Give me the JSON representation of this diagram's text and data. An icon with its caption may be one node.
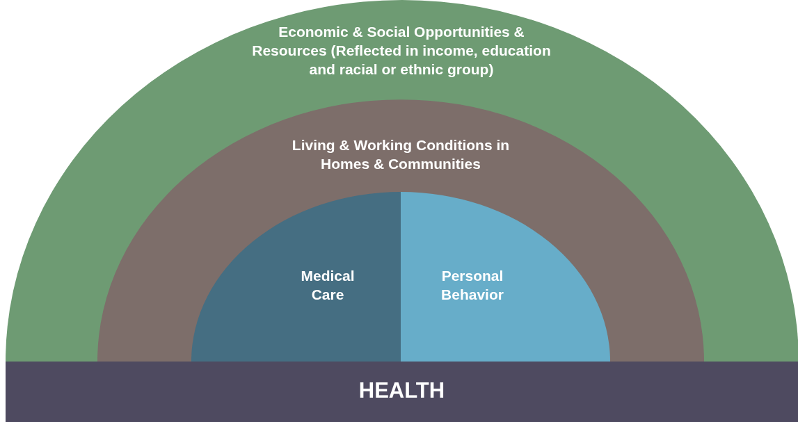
{
  "diagram": {
    "nodes": [
      {
        "text": [
          "Economic & Social Opportunities & Resources (Reflected in income, education and racial or ethnic group)"
        ]
      },
      {
        "text": [
          "Living & Working Conditions in Homes & Communities"
        ],
        "in": 0
      },
      {
        "text": [
          "Medical Care"
        ],
        "in": 1
      },
      {
        "text": [
          "Personal Behavior"
        ],
        "in": 1
      },
      {
        "text": [
          "HEALTH"
        ]
      }
    ]
  }
}
